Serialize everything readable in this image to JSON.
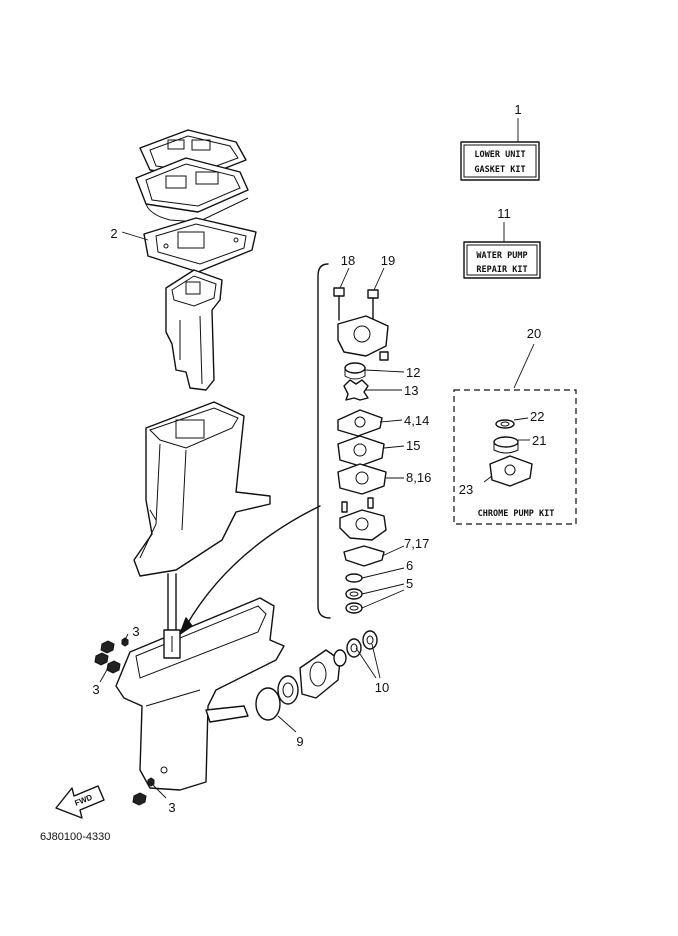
{
  "callouts": {
    "c1": "1",
    "c2": "2",
    "c3a": "3",
    "c3b": "3",
    "c3c": "3",
    "c4_14": "4,14",
    "c5": "5",
    "c6": "6",
    "c7_17": "7,17",
    "c8_16": "8,16",
    "c9": "9",
    "c10": "10",
    "c11": "11",
    "c12": "12",
    "c13": "13",
    "c15": "15",
    "c18": "18",
    "c19": "19",
    "c20": "20",
    "c21": "21",
    "c22": "22",
    "c23": "23"
  },
  "kits": {
    "lower_unit_gasket": {
      "line1": "LOWER UNIT",
      "line2": "GASKET KIT"
    },
    "water_pump_repair": {
      "line1": "WATER PUMP",
      "line2": "REPAIR KIT"
    },
    "chrome_pump": "CHROME PUMP KIT"
  },
  "fwd_label": "FWD",
  "diagram_code": "6J80100-4330"
}
